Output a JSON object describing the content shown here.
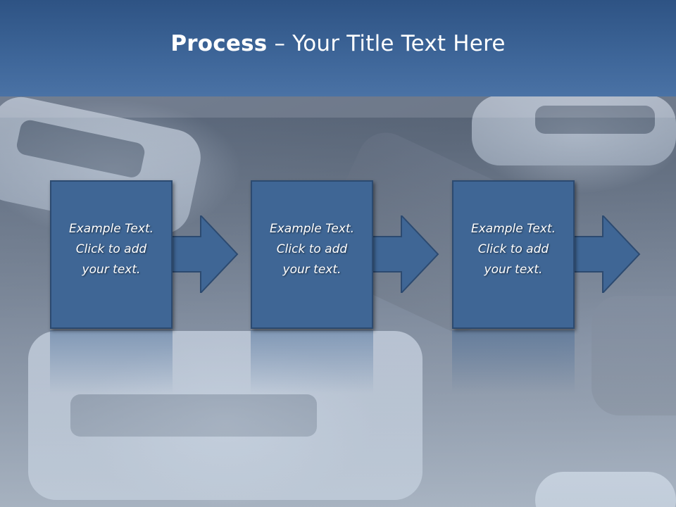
{
  "slide": {
    "title_bold": "Process",
    "title_rest": " – Your Title Text Here"
  },
  "steps": [
    {
      "line1": "Example Text.",
      "line2": "Click  to add",
      "line3": "your text."
    },
    {
      "line1": "Example Text.",
      "line2": "Click  to add",
      "line3": "your text."
    },
    {
      "line1": "Example Text.",
      "line2": "Click  to add",
      "line3": "your text."
    }
  ],
  "colors": {
    "title_bar": "#3e6699",
    "box_fill": "#3f6695",
    "box_border": "#2c4a70",
    "text": "#ffffff"
  },
  "icons": [
    "arrow-right-icon",
    "arrow-right-icon",
    "arrow-right-icon"
  ]
}
